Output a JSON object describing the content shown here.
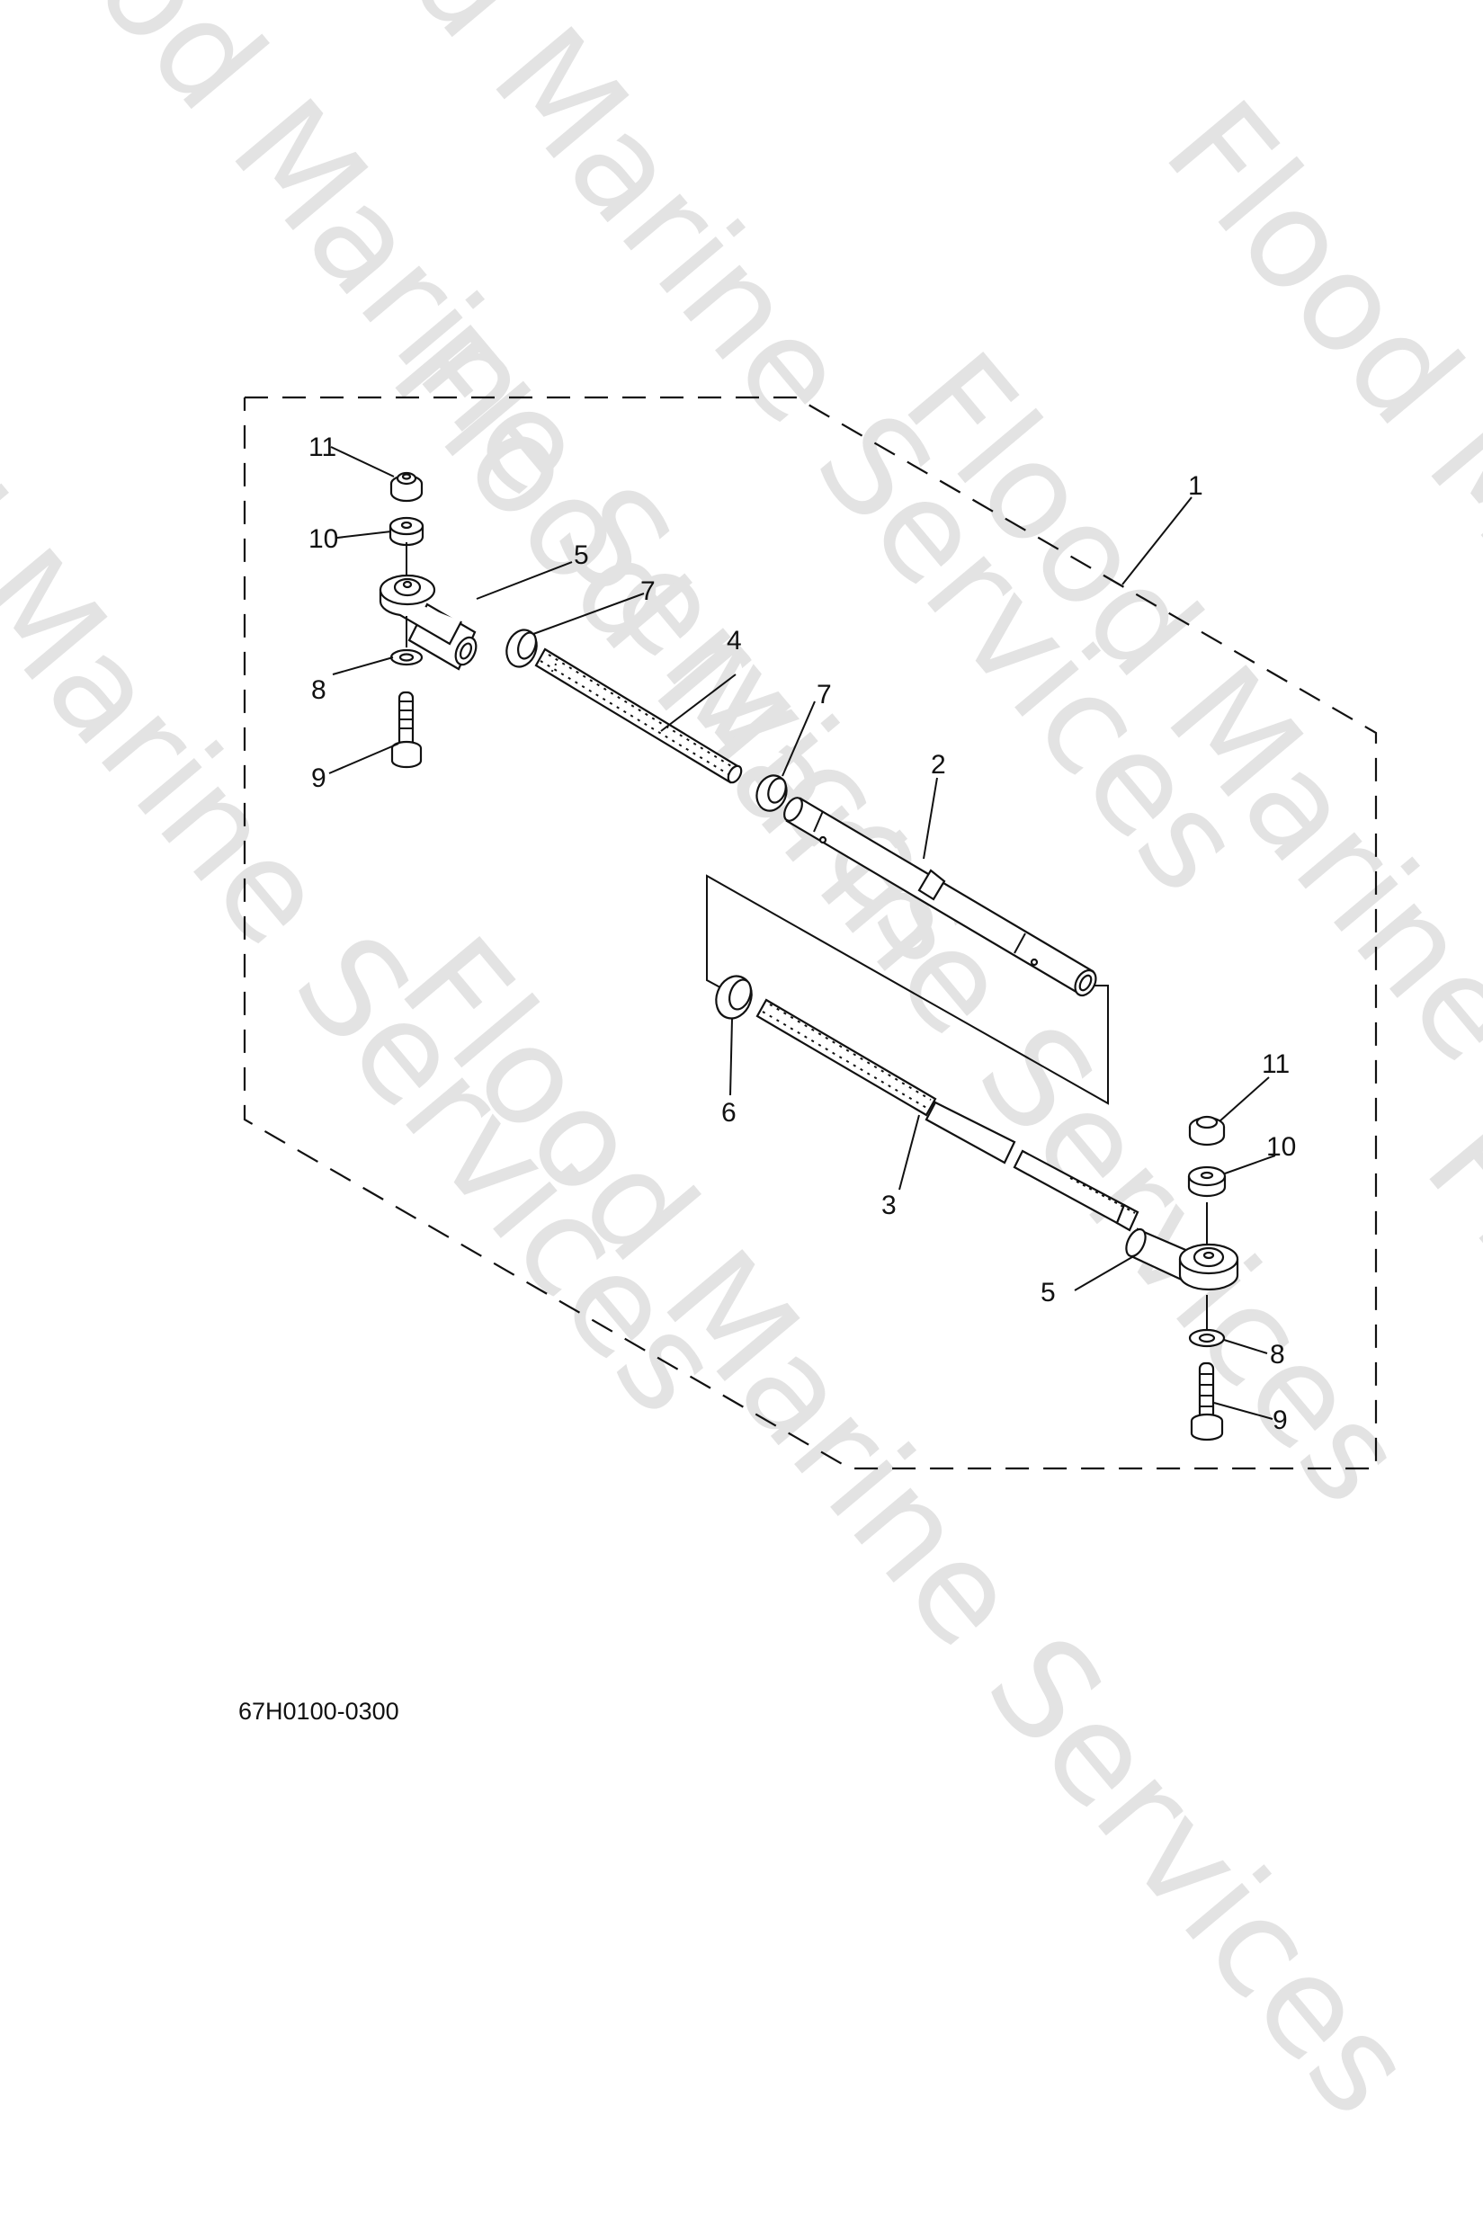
{
  "watermark": {
    "text": "Flood Marine Services",
    "color": "#e3e3e3",
    "angle_deg": 50
  },
  "diagram": {
    "title": "Steering tie-rod assembly (exploded view)",
    "figure_code": "67H0100-0300",
    "callouts": [
      {
        "id": "c1",
        "number": "1",
        "part": "tie-rod assembly (outline)"
      },
      {
        "id": "c2",
        "number": "2",
        "part": "tube"
      },
      {
        "id": "c3",
        "number": "3",
        "part": "rod"
      },
      {
        "id": "c4",
        "number": "4",
        "part": "threaded rod"
      },
      {
        "id": "c5a",
        "number": "5",
        "part": "rod end (upper left)"
      },
      {
        "id": "c5b",
        "number": "5",
        "part": "rod end (lower right)"
      },
      {
        "id": "c6",
        "number": "6",
        "part": "nut"
      },
      {
        "id": "c7a",
        "number": "7",
        "part": "nut"
      },
      {
        "id": "c7b",
        "number": "7",
        "part": "nut"
      },
      {
        "id": "c8a",
        "number": "8",
        "part": "washer (left)"
      },
      {
        "id": "c8b",
        "number": "8",
        "part": "washer (right)"
      },
      {
        "id": "c9a",
        "number": "9",
        "part": "bolt (left)"
      },
      {
        "id": "c9b",
        "number": "9",
        "part": "bolt (right)"
      },
      {
        "id": "c10a",
        "number": "10",
        "part": "collar (left)"
      },
      {
        "id": "c10b",
        "number": "10",
        "part": "collar (right)"
      },
      {
        "id": "c11a",
        "number": "11",
        "part": "nut (left)"
      },
      {
        "id": "c11b",
        "number": "11",
        "part": "nut (right)"
      }
    ]
  }
}
